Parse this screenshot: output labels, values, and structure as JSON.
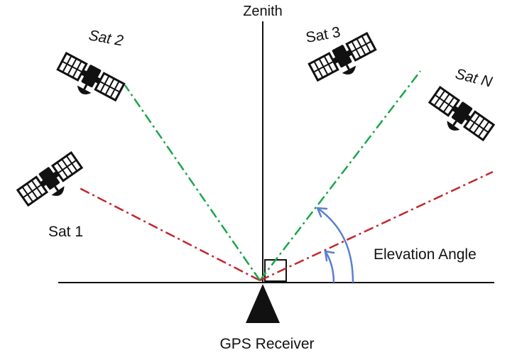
{
  "labels": {
    "zenith": "Zenith",
    "receiver": "GPS Receiver",
    "elevation": "Elevation Angle"
  },
  "satellites": [
    {
      "id": "sat1",
      "label": "Sat 1",
      "line": "red"
    },
    {
      "id": "sat2",
      "label": "Sat 2",
      "line": "green"
    },
    {
      "id": "sat3",
      "label": "Sat 3",
      "line": "green"
    },
    {
      "id": "satN",
      "label": "Sat N",
      "line": "red"
    }
  ],
  "colors": {
    "green_line": "#1aa64a",
    "red_line": "#c0282d",
    "arc": "#5b7fcf",
    "ink": "#111111"
  },
  "icons": {
    "satellite": "satellite-icon",
    "receiver": "triangle-receiver-icon"
  }
}
